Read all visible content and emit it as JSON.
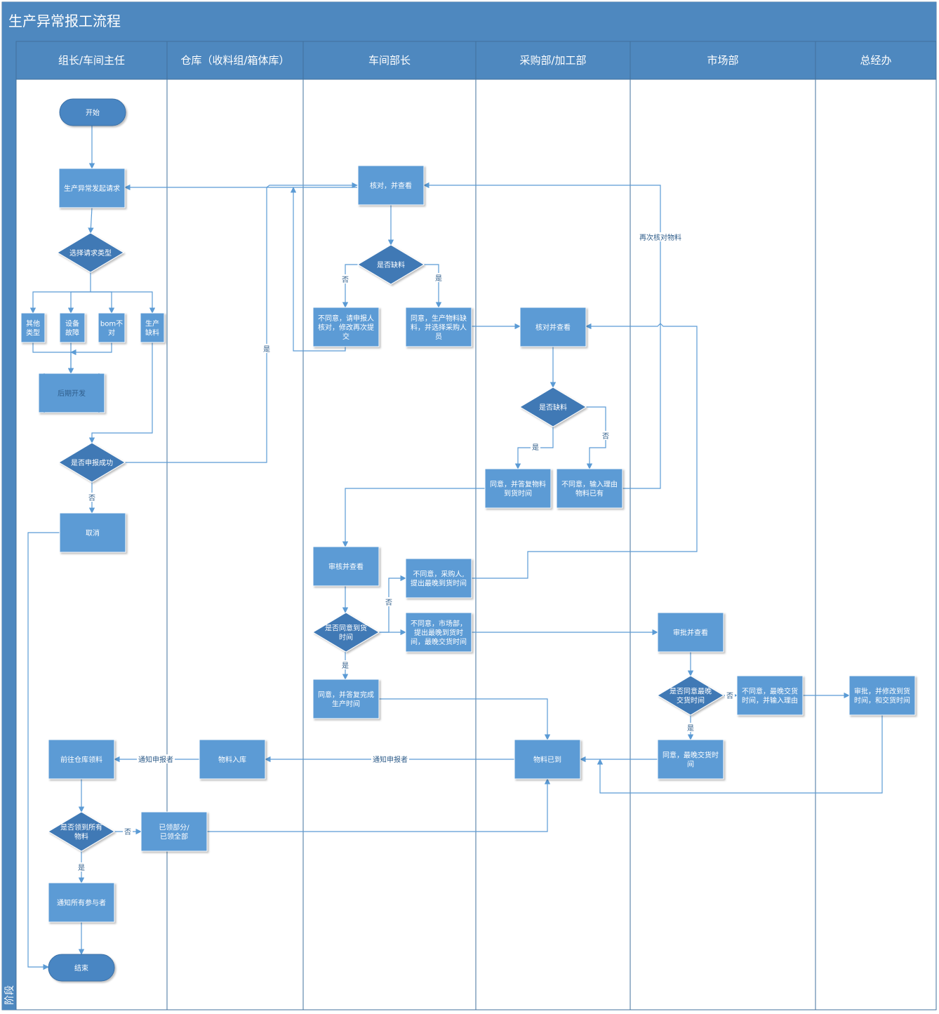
{
  "title": "生产异常报工流程",
  "stage_label": "阶段",
  "colors": {
    "header": "#4e88bf",
    "box": "#5b9bd5",
    "diamond": "#3f79b5",
    "line": "#5b9bd5"
  },
  "lanes": [
    {
      "label": "组长/车间主任"
    },
    {
      "label": "仓库（收料组/箱体库）"
    },
    {
      "label": "车间部长"
    },
    {
      "label": "采购部/加工部"
    },
    {
      "label": "市场部"
    },
    {
      "label": "总经办"
    }
  ],
  "nodes": {
    "start": [
      "开始"
    ],
    "request": [
      "生产异常发起请求"
    ],
    "choose_type": [
      "选择请求类型"
    ],
    "other_type": [
      "其他",
      "类型"
    ],
    "equipment": [
      "设备",
      "故障"
    ],
    "bom": [
      "bom不",
      "对"
    ],
    "shortage": [
      "生产",
      "缺料"
    ],
    "later_dev": [
      "后期开发"
    ],
    "report_ok": [
      "是否申报成功"
    ],
    "cancel": [
      "取消"
    ],
    "verify": [
      "核对，并查看"
    ],
    "is_short1": [
      "是否缺料"
    ],
    "disagree_reverify": [
      "不同意，请申报人",
      "核对，修改再次提",
      "交"
    ],
    "agree_select_buyer": [
      "同意，生产物料缺",
      "料，并选择采购人",
      "员"
    ],
    "verify2": [
      "核对并查看"
    ],
    "is_short2": [
      "是否缺料"
    ],
    "agree_reply": [
      "同意，并答复物料",
      "到货时间"
    ],
    "disagree_have": [
      "不同意，输入理由",
      "物料已有"
    ],
    "review": [
      "审核并查看"
    ],
    "agree_arrival": [
      "是否同意到货",
      "时间"
    ],
    "disagree_buyer": [
      "不同意，采购人,",
      "提出最晚到货时间"
    ],
    "disagree_market": [
      "不同意，市场部，",
      "提出最晚到货时",
      "间，最晚交货时间"
    ],
    "agree_finish": [
      "同意，并答复完成",
      "生产时间"
    ],
    "approve_check": [
      "审批并查看"
    ],
    "agree_latest": [
      "是否同意最晚",
      "交货时间"
    ],
    "disagree_reason": [
      "不同意，最晚交货",
      "时间，并输入理由"
    ],
    "gm_approve": [
      "审批，并修改到货",
      "时间，和交货时间"
    ],
    "agree_delivery": [
      "同意，最晚交货时",
      "间"
    ],
    "material_arrived": [
      "物料已到"
    ],
    "stock_in": [
      "物料入库"
    ],
    "go_pick": [
      "前往仓库领料"
    ],
    "got_all": [
      "是否领到所有",
      "物料"
    ],
    "picked": [
      "已领部分/",
      "已领全部"
    ],
    "notify_all": [
      "通知所有参与者"
    ],
    "end": [
      "结束"
    ]
  },
  "edge_labels": {
    "yes": "是",
    "no": "否",
    "reverify": "再次核对物料",
    "notify": "通知申报者"
  }
}
